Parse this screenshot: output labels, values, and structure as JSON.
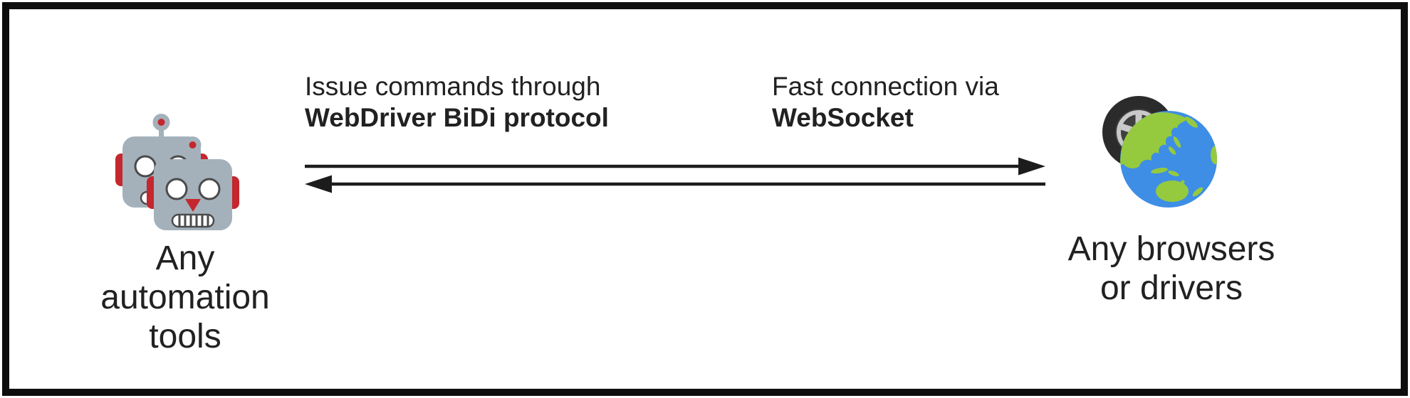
{
  "left_node": {
    "lines": [
      "Any",
      "automation",
      "tools"
    ],
    "icon": "robot-icon"
  },
  "right_node": {
    "lines": [
      "Any browsers",
      "or drivers"
    ],
    "icon": "wheel-globe-icon"
  },
  "captions": {
    "left": {
      "regular": "Issue commands through",
      "bold": "WebDriver BiDi protocol"
    },
    "right": {
      "regular": "Fast connection via",
      "bold": "WebSocket"
    }
  },
  "arrows": {
    "top_direction": "left-to-right",
    "bottom_direction": "right-to-left"
  },
  "colors": {
    "text": "#212121",
    "border": "#0e0e0e",
    "arrow": "#1c1c1c",
    "robot_body": "#a4b1bb",
    "robot_red": "#c4272e",
    "tire_dark": "#2b2b2b",
    "tire_inner": "#3f3f3f",
    "tire_rim": "#c9c9c9",
    "ocean": "#3e8ee5",
    "land": "#95ca3e"
  }
}
